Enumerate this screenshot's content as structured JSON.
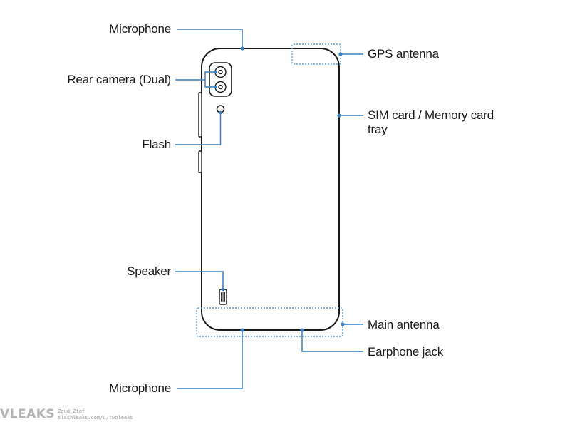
{
  "colors": {
    "outline": "#1a1a1a",
    "callout": "#3a7fc1",
    "dotted": "#5b9bd5"
  },
  "labels": {
    "microphone_top": "Microphone",
    "rear_camera": "Rear camera (Dual)",
    "flash": "Flash",
    "speaker": "Speaker",
    "microphone_bottom": "Microphone",
    "gps_antenna": "GPS antenna",
    "sim_tray": "SIM card / Memory card tray",
    "main_antenna": "Main antenna",
    "earphone_jack": "Earphone jack"
  },
  "watermark": {
    "logo": "VLEAKS",
    "line1": "Zgud Ztof",
    "line2": "slashleaks.com/u/twoleaks"
  },
  "icons": {
    "camera": "camera-lens-icon",
    "flash": "flash-icon",
    "speaker": "speaker-grille-icon"
  }
}
